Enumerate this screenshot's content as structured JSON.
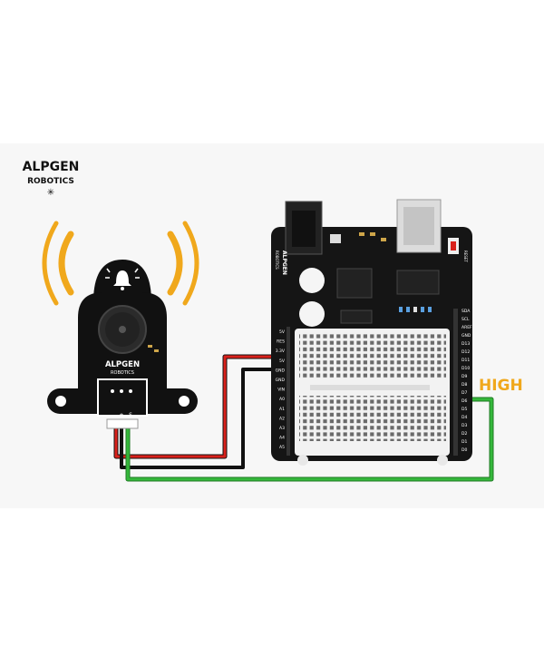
{
  "brand": {
    "name": "ALPGEN",
    "sub": "ROBOTICS",
    "mark": "✳"
  },
  "buzzer_module": {
    "brand": "ALPGEN",
    "sub": "ROBOTICS",
    "pins": [
      "-",
      "+",
      "S"
    ]
  },
  "board": {
    "brand": "ALPGEN",
    "sub": "ROBOTICS",
    "left_pins": [
      "5V",
      "RES",
      "3.3V",
      "5V",
      "GND",
      "GND",
      "VIN",
      "A0",
      "A1",
      "A2",
      "A3",
      "A4",
      "A5"
    ],
    "right_pins": [
      "SDA",
      "SCL",
      "AREF",
      "GND",
      "D13",
      "D12",
      "D11",
      "D10",
      "D9",
      "D8",
      "D7",
      "D6",
      "D5",
      "D4",
      "D3",
      "D2",
      "D1",
      "D0"
    ],
    "reset_label": "RESET"
  },
  "signal_label": "HIGH",
  "colors": {
    "wire_red": "#d9211b",
    "wire_black": "#111111",
    "wire_green": "#35b83b",
    "signal_text": "#f0a81c",
    "sound_waves": "#f0a81c",
    "board": "#151515",
    "breadboard": "#f2f2f2"
  }
}
